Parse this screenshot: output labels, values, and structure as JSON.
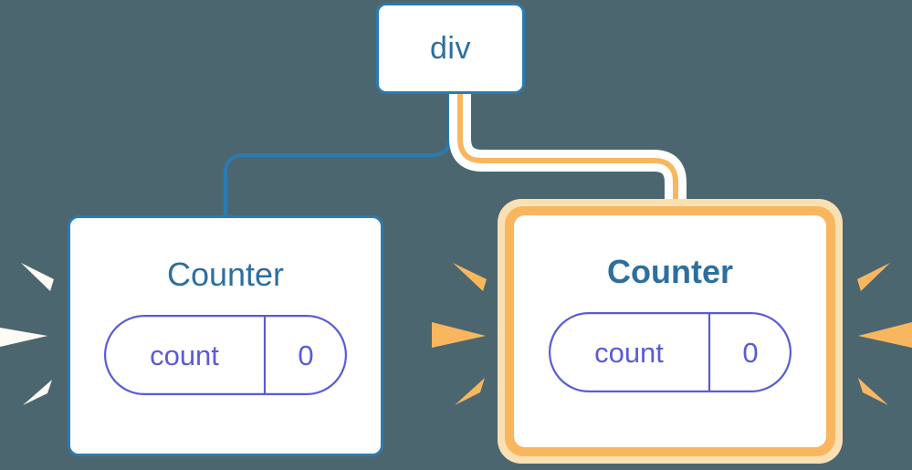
{
  "diagram": {
    "type": "component-tree",
    "background_color": "#4c6670",
    "title_text_color": "#2d6f9e",
    "state_text_color": "#5b5bd6",
    "blue_edge_color": "#2b7bb0",
    "orange_edge_color": "#f8b75e",
    "orange_glow_color": "#fbe0b4",
    "halo_color": "#ffffff"
  },
  "nodes": {
    "root": {
      "label": "div",
      "kind": "dom-element",
      "highlighted": false
    },
    "child_left": {
      "label": "Counter",
      "kind": "component",
      "highlighted": false,
      "state": {
        "key": "count",
        "value": "0"
      }
    },
    "child_right": {
      "label": "Counter",
      "kind": "component",
      "highlighted": true,
      "state": {
        "key": "count",
        "value": "0"
      }
    }
  },
  "edges": [
    {
      "id": "edge-root-to-left",
      "from": "root",
      "to": "child_left",
      "color": "#2b7bb0",
      "highlighted": false
    },
    {
      "id": "edge-root-to-right",
      "from": "root",
      "to": "child_right",
      "color": "#f8b75e",
      "highlighted": true
    }
  ],
  "sparkles": [
    {
      "id": "sparkle-group-left-outer",
      "color": "#fdfbf4",
      "points_to": "child_left",
      "side": "left",
      "ray_count": 3
    },
    {
      "id": "sparkle-group-left-of-right-node",
      "color": "#f8b75e",
      "points_to": "child_right",
      "side": "left",
      "ray_count": 3
    },
    {
      "id": "sparkle-group-right-of-right-node",
      "color": "#f8b75e",
      "points_to": "child_right",
      "side": "right",
      "ray_count": 3
    }
  ]
}
